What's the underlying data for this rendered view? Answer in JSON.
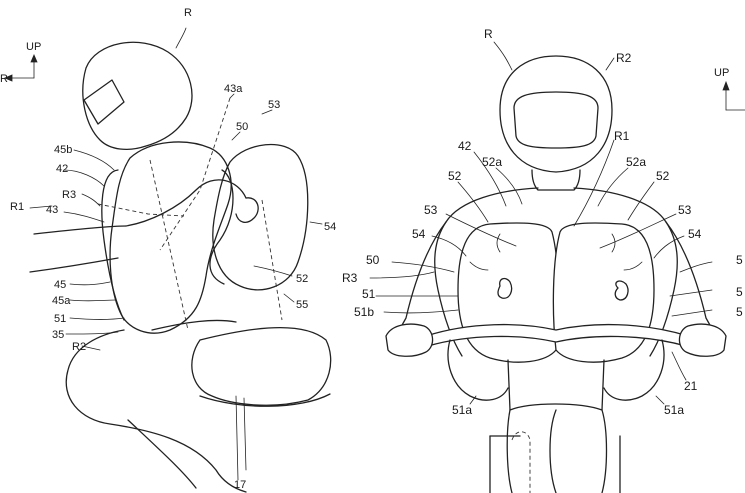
{
  "left_view": {
    "axis": {
      "up": "UP",
      "side": "R"
    },
    "labels": {
      "R": "R",
      "a43a": "43a",
      "a53": "53",
      "a50": "50",
      "a45b": "45b",
      "a42": "42",
      "R3": "R3",
      "R1": "R1",
      "a43": "43",
      "a54": "54",
      "a52": "52",
      "a45": "45",
      "a45a": "45a",
      "a55": "55",
      "a51": "51",
      "a35": "35",
      "R2": "R2",
      "a17": "17"
    }
  },
  "right_view": {
    "axis": {
      "up": "UP"
    },
    "labels": {
      "R": "R",
      "R2": "R2",
      "R1": "R1",
      "a42": "42",
      "a52a_l": "52a",
      "a52a_r": "52a",
      "a52_l": "52",
      "a52_r": "52",
      "a53_l": "53",
      "a53_r": "53",
      "a54_l": "54",
      "a54_r": "54",
      "a50": "50",
      "R3": "R3",
      "a51": "51",
      "a51b": "51b",
      "a21": "21",
      "a51a_l": "51a",
      "a51a_r": "51a",
      "edge1": "5",
      "edge2": "5",
      "edge3": "5"
    }
  }
}
